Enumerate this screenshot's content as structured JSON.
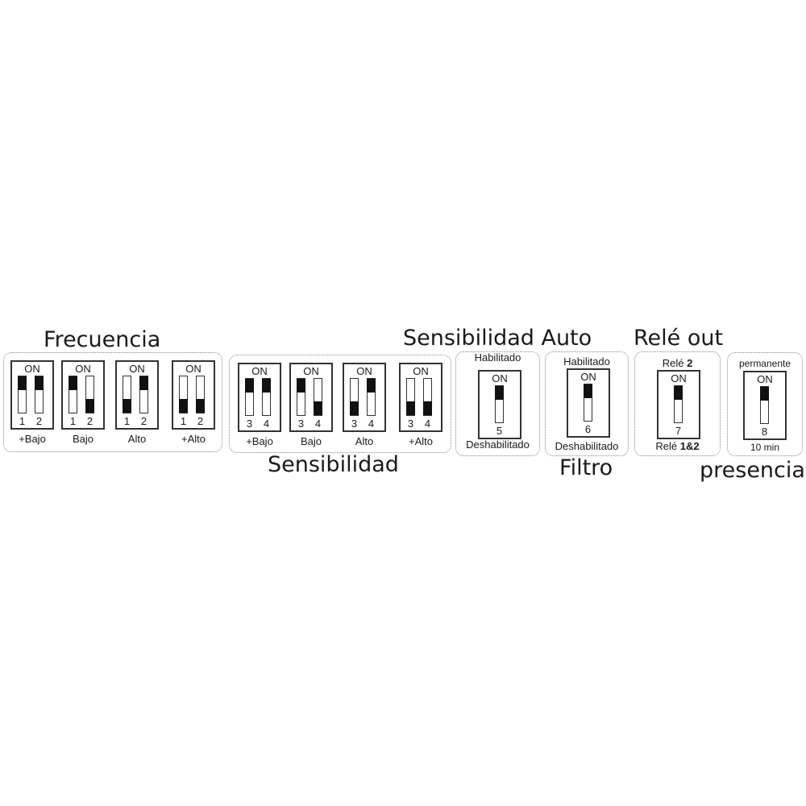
{
  "titles": {
    "frecuencia": "Frecuencia",
    "sensibilidad": "Sensibilidad",
    "sensibilidad_auto": "Sensibilidad Auto",
    "filtro": "Filtro",
    "rele_out": "Relé out",
    "presencia": "presencia"
  },
  "on_label": "ON",
  "frecuencia": {
    "numbers": [
      "1",
      "2"
    ],
    "switches": [
      {
        "caption": "+Bajo",
        "positions": [
          "up",
          "up"
        ]
      },
      {
        "caption": "Bajo",
        "positions": [
          "up",
          "down"
        ]
      },
      {
        "caption": "Alto",
        "positions": [
          "down",
          "up"
        ]
      },
      {
        "caption": "+Alto",
        "positions": [
          "down",
          "down"
        ]
      }
    ]
  },
  "sensibilidad": {
    "numbers": [
      "3",
      "4"
    ],
    "switches": [
      {
        "caption": "+Bajo",
        "positions": [
          "up",
          "up"
        ]
      },
      {
        "caption": "Bajo",
        "positions": [
          "up",
          "down"
        ]
      },
      {
        "caption": "Alto",
        "positions": [
          "down",
          "up"
        ]
      },
      {
        "caption": "+Alto",
        "positions": [
          "down",
          "down"
        ]
      }
    ]
  },
  "sensibilidad_auto": {
    "top": "Habilitado",
    "number": "5",
    "bottom": "Deshabilitado",
    "position": "up"
  },
  "filtro": {
    "top": "Habilitado",
    "number": "6",
    "bottom": "Deshabilitado",
    "position": "up"
  },
  "rele": {
    "top_prefix": "Relé ",
    "top_bold": "2",
    "number": "7",
    "bottom_prefix": "Relé ",
    "bottom_bold": "1&2",
    "position": "up"
  },
  "presencia": {
    "top": "permanente",
    "number": "8",
    "bottom": "10 min",
    "position": "up"
  }
}
